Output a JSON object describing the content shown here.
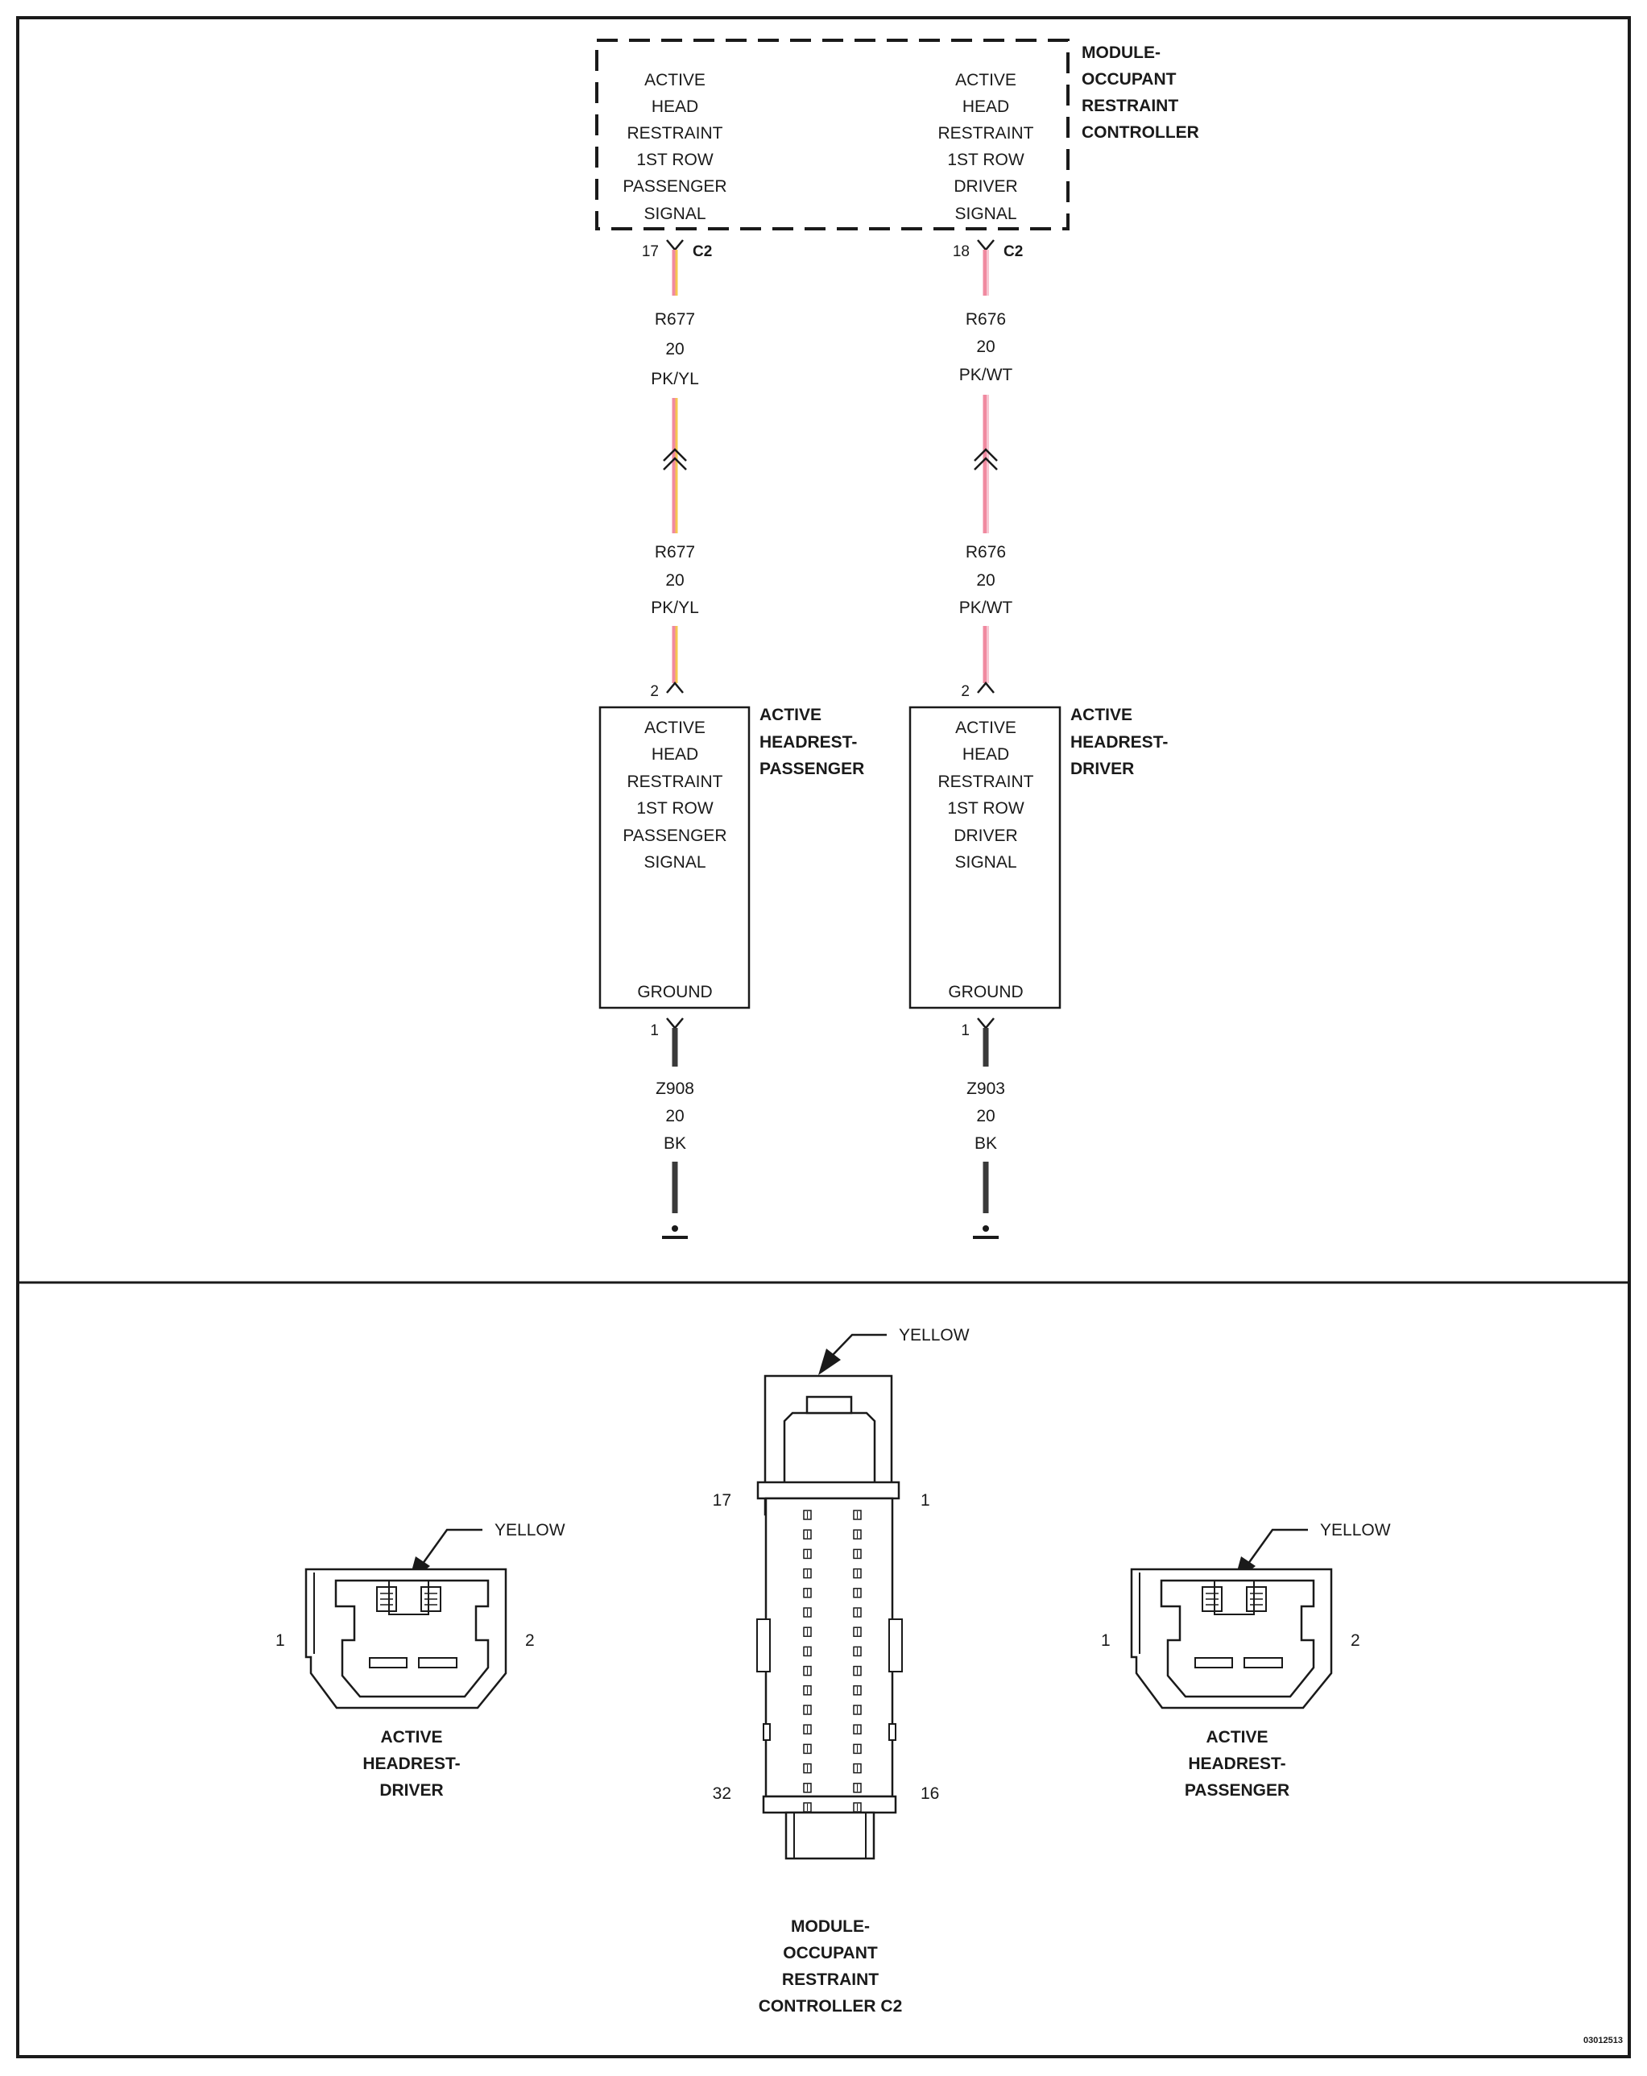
{
  "colors": {
    "frame": "#1a1a1a",
    "wire_pink": "#f08aa0",
    "wire_yellow": "#f5c650",
    "wire_black": "#3a3a3a"
  },
  "module": {
    "title": [
      "MODULE-",
      "OCCUPANT",
      "RESTRAINT",
      "CONTROLLER"
    ],
    "pass_signal": [
      "ACTIVE",
      "HEAD",
      "RESTRAINT",
      "1ST ROW",
      "PASSENGER",
      "SIGNAL"
    ],
    "drv_signal": [
      "ACTIVE",
      "HEAD",
      "RESTRAINT",
      "1ST ROW",
      "DRIVER",
      "SIGNAL"
    ]
  },
  "circuits": {
    "pass": {
      "pin_top": "17",
      "conn_top": "C2",
      "upper": [
        "R677",
        "20",
        "PK/YL"
      ],
      "lower": [
        "R677",
        "20",
        "PK/YL"
      ],
      "pin_component": "2"
    },
    "drv": {
      "pin_top": "18",
      "conn_top": "C2",
      "upper": [
        "R676",
        "20",
        "PK/WT"
      ],
      "lower": [
        "R676",
        "20",
        "PK/WT"
      ],
      "pin_component": "2"
    }
  },
  "components": {
    "pass": {
      "title": [
        "ACTIVE",
        "HEADREST-",
        "PASSENGER"
      ],
      "lines": [
        "ACTIVE",
        "HEAD",
        "RESTRAINT",
        "1ST ROW",
        "PASSENGER",
        "SIGNAL"
      ],
      "ground": "GROUND",
      "pin_ground": "1",
      "ground_wire": [
        "Z908",
        "20",
        "BK"
      ]
    },
    "drv": {
      "title": [
        "ACTIVE",
        "HEADREST-",
        "DRIVER"
      ],
      "lines": [
        "ACTIVE",
        "HEAD",
        "RESTRAINT",
        "1ST ROW",
        "DRIVER",
        "SIGNAL"
      ],
      "ground": "GROUND",
      "pin_ground": "1",
      "ground_wire": [
        "Z903",
        "20",
        "BK"
      ]
    }
  },
  "connectors": {
    "driver": {
      "color": "YELLOW",
      "pin_left": "1",
      "pin_right": "2",
      "name": [
        "ACTIVE",
        "HEADREST-",
        "DRIVER"
      ]
    },
    "module_c2": {
      "color": "YELLOW",
      "pin_tl": "17",
      "pin_tr": "1",
      "pin_bl": "32",
      "pin_br": "16",
      "name": [
        "MODULE-",
        "OCCUPANT",
        "RESTRAINT",
        "CONTROLLER C2"
      ]
    },
    "passenger": {
      "color": "YELLOW",
      "pin_left": "1",
      "pin_right": "2",
      "name": [
        "ACTIVE",
        "HEADREST-",
        "PASSENGER"
      ]
    }
  },
  "figure_id": "03012513"
}
